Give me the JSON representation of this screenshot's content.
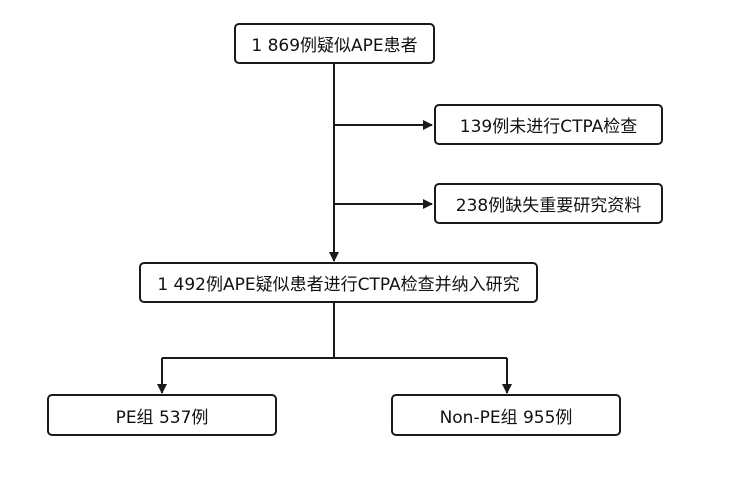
{
  "flowchart": {
    "top_box": "1 869例疑似APE患者",
    "exclusion_1": "139例未进行CTPA检查",
    "exclusion_2": "238例缺失重要研究资料",
    "included_box": "1 492例APE疑似患者进行CTPA检查并纳入研究",
    "group_pe": "PE组 537例",
    "group_non_pe": "Non-PE组 955例"
  },
  "colors": {
    "line": "#1a1a1a",
    "box_border": "#1a1a1a",
    "text": "#111111",
    "background": "#ffffff"
  }
}
